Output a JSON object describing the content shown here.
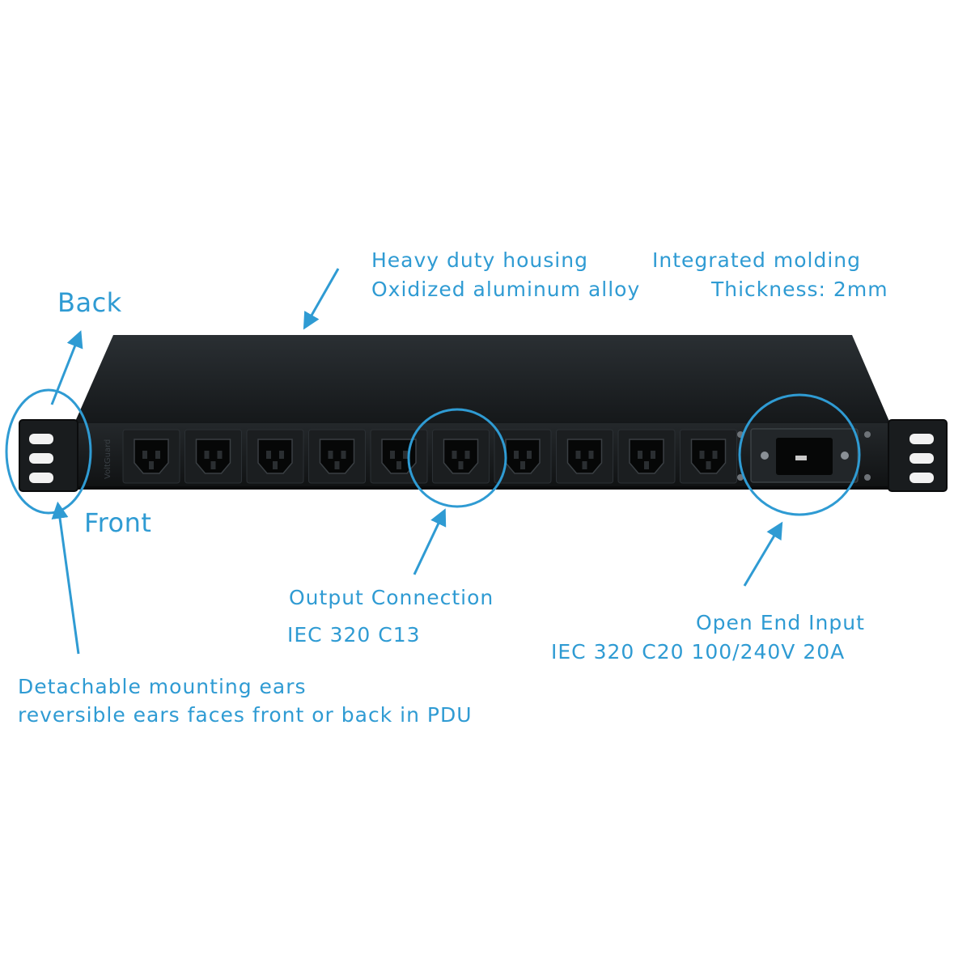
{
  "colors": {
    "accent": "#2f9bd3",
    "housing": "#1d2124",
    "outlet": "#0b0c0d",
    "background": "#ffffff"
  },
  "product": {
    "outlet_type": "IEC 320 C13",
    "outlet_count": 10,
    "input_type": "IEC 320 C20",
    "side_brand_text": "VoltGuard"
  },
  "labels": {
    "back": "Back",
    "front": "Front",
    "housing_line1": "Heavy duty housing",
    "housing_line2": "Oxidized aluminum alloy",
    "molding_line1": "Integrated molding",
    "molding_line2": "Thickness: 2mm",
    "output_line1": "Output Connection",
    "output_line2": "IEC 320 C13",
    "input_line1": "Open End Input",
    "input_line2": "IEC 320 C20 100/240V 20A",
    "ears_line1": "Detachable mounting ears",
    "ears_line2": "reversible ears faces front or back in PDU"
  }
}
